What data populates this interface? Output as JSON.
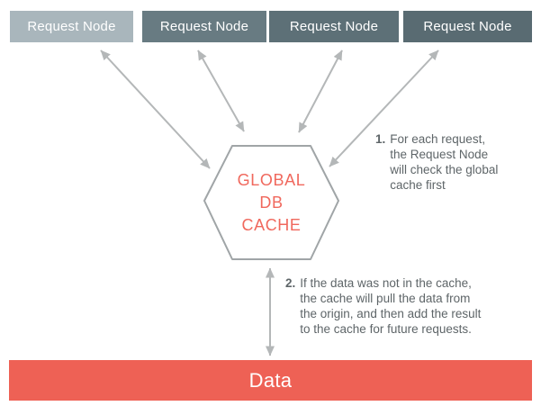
{
  "nodes": [
    {
      "label": "Request Node"
    },
    {
      "label": "Request Node"
    },
    {
      "label": "Request Node"
    },
    {
      "label": "Request Node"
    }
  ],
  "cache": {
    "label": "GLOBAL\nDB\nCACHE"
  },
  "annotations": [
    {
      "number": "1.",
      "text": "For each request,\nthe Request Node\nwill check the global\ncache first"
    },
    {
      "number": "2.",
      "text": "If the data was not in the cache,\nthe cache will pull the data from\nthe origin, and then add the result\nto the cache for future requests."
    }
  ],
  "data_bar": {
    "label": "Data"
  },
  "colors": {
    "background": "#ffffff",
    "node1_bg": "#a9b6bc",
    "node2_bg": "#687b82",
    "node3_bg": "#5d7077",
    "node4_bg": "#596b72",
    "node_text": "#ffffff",
    "arrow": "#b4b7b8",
    "hex_border": "#a0a5a7",
    "hex_text": "#f0685d",
    "annotation_text": "#5e6568",
    "data_bar_bg": "#ee6155",
    "data_bar_text": "#ffffff"
  }
}
